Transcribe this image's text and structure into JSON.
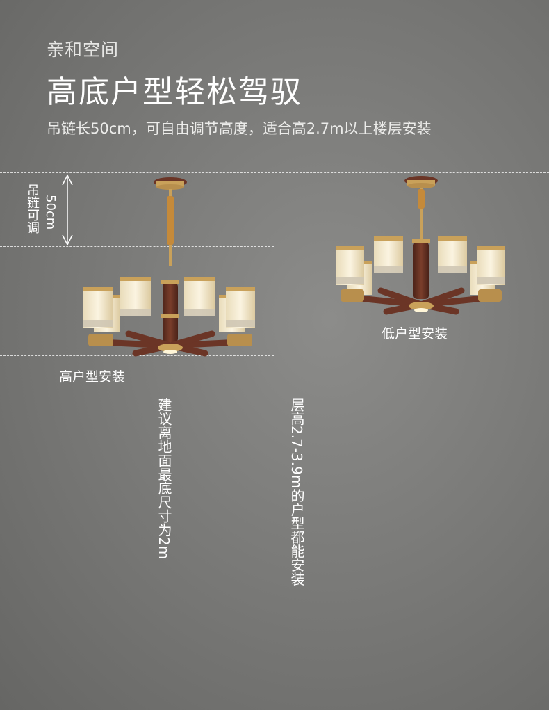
{
  "header": {
    "subtitle": "亲和空间",
    "title": "高底户型轻松驾驭",
    "description": "吊链长50cm，可自由调节高度，适合高2.7m以上楼层安装"
  },
  "chain_adjust": {
    "label": "吊链可调",
    "length": "50cm"
  },
  "high_install": {
    "label": "高户型安装",
    "note": "建议离地面最底尺寸为2m"
  },
  "low_install": {
    "label": "低户型安装",
    "note": "层高2.7-3.9m的户型都能安装"
  },
  "colors": {
    "background": "#7b7b79",
    "wood": "#6b3526",
    "gold": "#c9a15a",
    "shade": "#f3ead2"
  }
}
